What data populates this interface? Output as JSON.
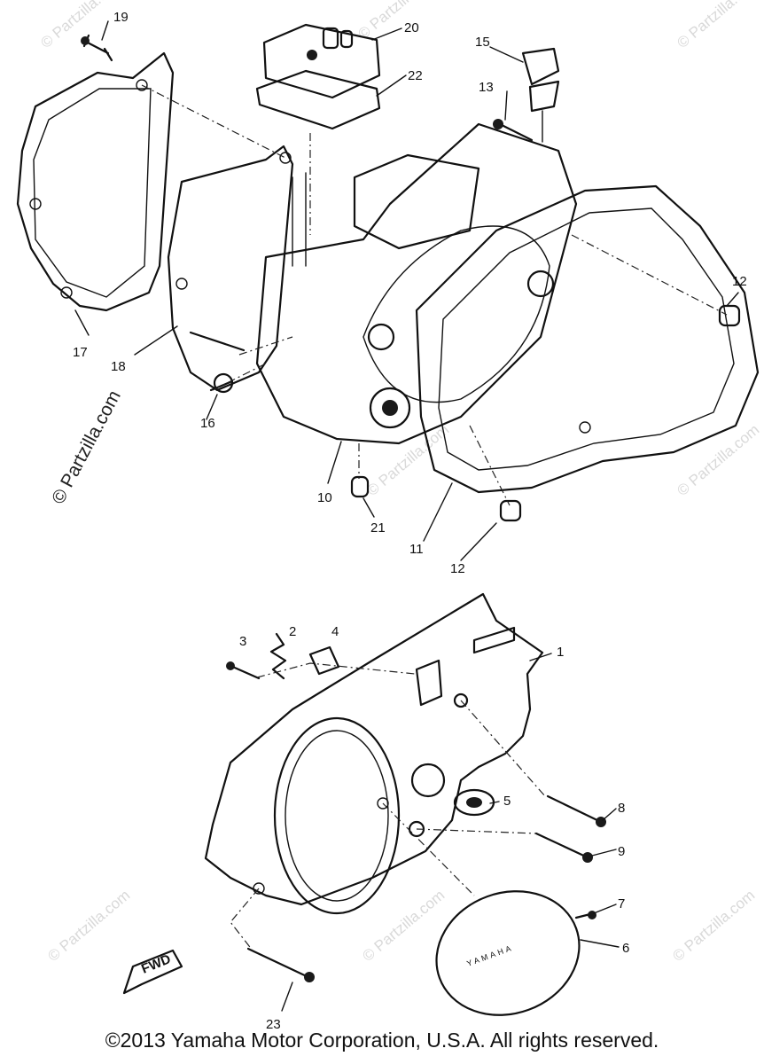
{
  "watermark": {
    "text": "© Partzilla.com"
  },
  "callouts": {
    "c1": "1",
    "c2": "2",
    "c3": "3",
    "c4": "4",
    "c5": "5",
    "c6": "6",
    "c7": "7",
    "c8": "8",
    "c9": "9",
    "c10": "10",
    "c11": "11",
    "c12a": "12",
    "c12b": "12",
    "c13": "13",
    "c15": "15",
    "c16": "16",
    "c17": "17",
    "c18": "18",
    "c19": "19",
    "c20": "20",
    "c21": "21",
    "c22": "22",
    "c23": "23"
  },
  "cover_logo": "YAMAHA",
  "fwd_label": "FWD",
  "footer": {
    "copyright": "©2013 Yamaha Motor Corporation, U.S.A. All rights reserved."
  }
}
